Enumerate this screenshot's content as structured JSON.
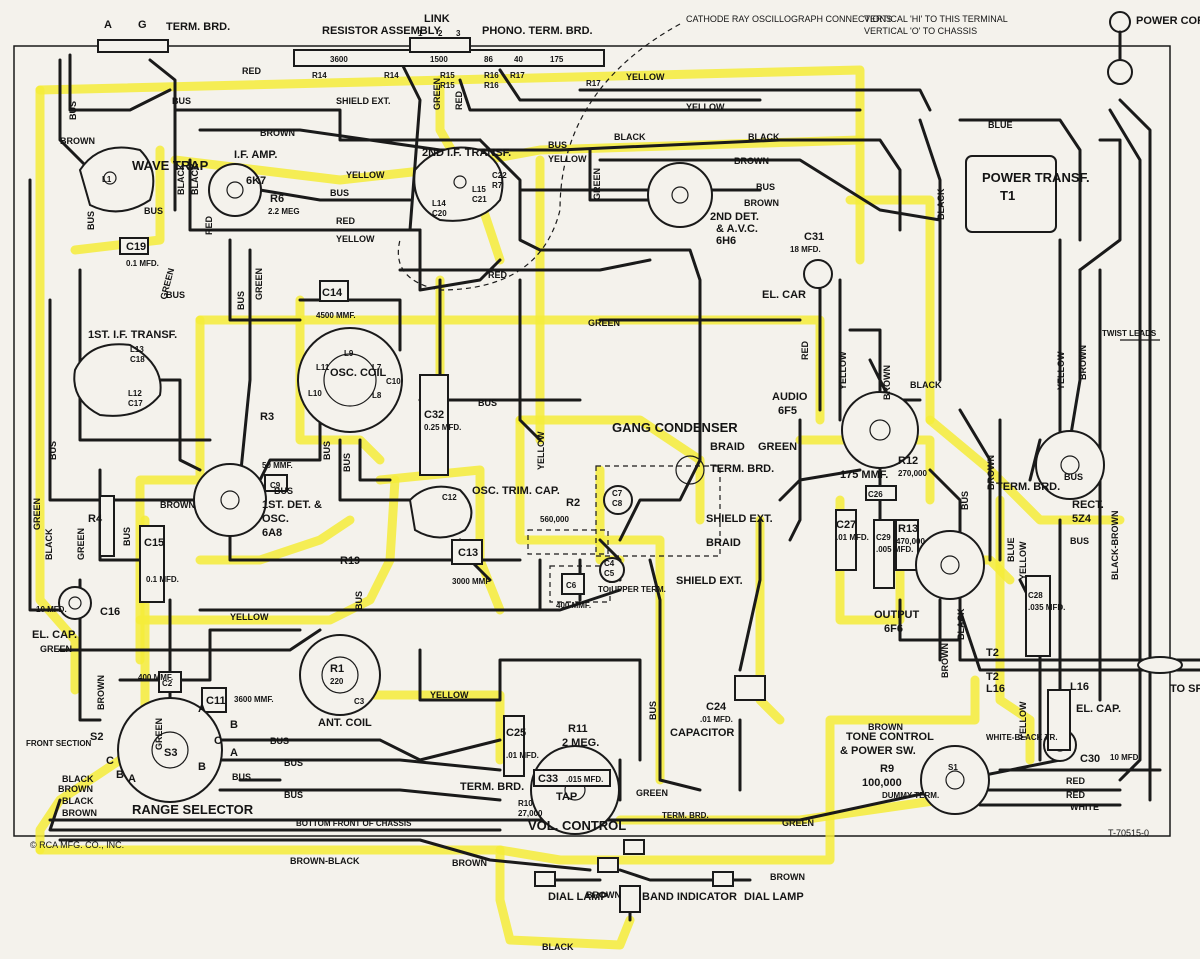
{
  "colors": {
    "highlight": "#f5ec3a",
    "wire": "#1a1a1a",
    "paper": "#f4f2ec"
  },
  "header": {
    "term_a": "A",
    "term_g": "G",
    "term_brd": "TERM. BRD.",
    "resistor_assembly": "RESISTOR ASSEMBLY",
    "link": "LINK",
    "link_nums": [
      "1",
      "2",
      "3"
    ],
    "phono": "PHONO. TERM. BRD.",
    "cro": "CATHODE RAY OSCILLOGRAPH CONNECTIONS",
    "cro_note1": "VERTICAL 'HI' TO THIS TERMINAL",
    "cro_note2": "VERTICAL 'O' TO CHASSIS",
    "power_cord": "POWER CORD"
  },
  "resistor_values": [
    "3600",
    "1500",
    "86",
    "40",
    "175"
  ],
  "resistor_refs": [
    "R14",
    "R14",
    "R15",
    "R15",
    "R16",
    "R16",
    "R17",
    "R17"
  ],
  "components": {
    "wave_trap": "WAVE TRAP",
    "l1": "L1",
    "if_amp": "I.F. AMP.",
    "if_amp_tube": "6K7",
    "r6": "R6",
    "r6_val": "2.2 MEG",
    "second_if": "2ND I.F. TRANSF.",
    "l14": "L14",
    "c20": "C20",
    "l15": "L15",
    "c21": "C21",
    "c22": "C22",
    "r7": "R7",
    "second_det": "2ND DET.",
    "second_det2": "& A.V.C.",
    "second_det_tube": "6H6",
    "power_transf": "POWER TRANSF.",
    "t1": "T1",
    "c31": "C31",
    "c31_val": "18 MFD.",
    "el_car": "EL. CAR",
    "c19": "C19",
    "c19_val": "0.1 MFD.",
    "c14": "C14",
    "c14_val": "4500 MMF.",
    "first_if": "1ST. I.F. TRANSF.",
    "l13": "L13",
    "c18": "C18",
    "l12": "L12",
    "c17": "C17",
    "osc_coil": "OSC. COIL",
    "l9": "L9",
    "l10": "L10",
    "l11": "L11",
    "l7": "L7",
    "l8": "L8",
    "c10": "C10",
    "c32": "C32",
    "c32_val": "0.25 MFD.",
    "gang": "GANG CONDENSER",
    "braid": "BRAID",
    "green_lbl": "GREEN",
    "term_brd2": "TERM. BRD.",
    "audio": "AUDIO",
    "audio_tube": "6F5",
    "r3": "R3",
    "c9": "C9",
    "c9_val": "50 MMF.",
    "first_det": "1ST. DET. &",
    "first_det2": "OSC.",
    "first_det_tube": "6A8",
    "osc_trim": "OSC. TRIM. CAP.",
    "c12": "C12",
    "r2": "R2",
    "r2_val": "560,000",
    "c7": "C7",
    "c8": "C8",
    "shield_ext": "SHIELD EXT.",
    "shield_braid": "BRAID",
    "c26": "C26",
    "c26_val": "175 MMF.",
    "r12": "R12",
    "r12_val": "270,000",
    "term_brd3": "TERM. BRD.",
    "rect": "RECT.",
    "rect_tube": "5Z4",
    "r4": "R4",
    "c15": "C15",
    "c15_val": "0.1 MFD.",
    "c16": "C16",
    "c16_val": "10 MFD.",
    "el_cap": "EL. CAP.",
    "r19": "R19",
    "c13": "C13",
    "c13_val": "3000 MMF",
    "c6": "C6",
    "c6_val": "400 MMF.",
    "c4": "C4",
    "c5": "C5",
    "upper_term": "TO UPPER TERM.",
    "shield_ext2": "SHIELD EXT.",
    "c27": "C27",
    "c27_val": ".01 MFD.",
    "c29": "C29",
    "c29_val": ".005 MFD.",
    "r13": "R13",
    "r13_val": "470,000",
    "output": "OUTPUT",
    "output_tube": "6F6",
    "c28": "C28",
    "c28_val": ".035 MFD.",
    "t2": "T2",
    "t2b": "T2",
    "l16": "L16",
    "l16b": "L16",
    "to_spkr": "TO SPKR",
    "c2": "C2",
    "c2_val": "400 MMF.",
    "c11": "C11",
    "c11_val": "3600 MMF.",
    "r1": "R1",
    "r1_val": "220",
    "ant_coil": "ANT. COIL",
    "c3": "C3",
    "c24": "C24",
    "c24_val": ".01 MFD.",
    "capacitor": "CAPACITOR",
    "s2": "S2",
    "front_section": "FRONT SECTION",
    "s3": "S3",
    "range_selector": "RANGE SELECTOR",
    "c25": "C25",
    "c25_val": ".01 MFD.",
    "r11": "R11",
    "r11_val": "2 MEG.",
    "c33": "C33",
    "c33_val": ".015 MFD.",
    "tap": "TAP",
    "term_brd4": "TERM. BRD.",
    "r10": "R10",
    "r10_val": "27,000",
    "vol_control": "VOL. CONTROL",
    "term_brd5": "TERM. BRD.",
    "tone_control": "TONE CONTROL",
    "power_sw": "& POWER SW.",
    "r9": "R9",
    "r9_val": "100,000",
    "dummy_term": "DUMMY TERM.",
    "s1": "S1",
    "white_black": "WHITE-BLACK TR.",
    "el_cap2": "EL. CAP.",
    "c30": "C30",
    "c30_val": "10 MFD.",
    "twist_leads": "TWIST LEADS",
    "dial_lamp_l": "DIAL LAMP",
    "dial_lamp_r": "DIAL LAMP",
    "band_indicator": "BAND INDICATOR",
    "bottom_front": "BOTTOM FRONT OF CHASSIS",
    "copyright": "© RCA MFG. CO., INC.",
    "drawing_no": "T-70515-0"
  },
  "wire_labels": {
    "red": "RED",
    "yellow": "YELLOW",
    "brown": "BROWN",
    "black": "BLACK",
    "bus": "BUS",
    "green": "GREEN",
    "blue": "BLUE",
    "white": "WHITE",
    "brown_black": "BROWN-BLACK",
    "black_brown": "BLACK-BROWN",
    "shield_ext": "SHIELD EXT."
  },
  "pin_letters": {
    "a": "A",
    "b": "B",
    "c": "C"
  }
}
